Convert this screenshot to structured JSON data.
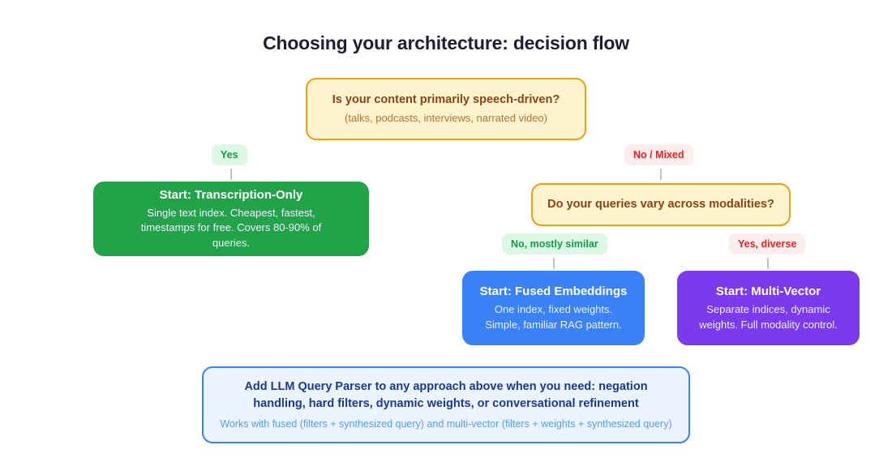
{
  "diagram": {
    "title": "Choosing your architecture: decision flow",
    "colors": {
      "decision_fill": "#fcf2ce",
      "decision_border": "#f0a00c",
      "decision_text": "#8a4415",
      "green": "#22a34a",
      "blue": "#3b82f6",
      "purple": "#7c3aed",
      "yes_pill_bg": "#ddf8e4",
      "yes_pill_text": "#149b46",
      "no_pill_bg": "#fdeeee",
      "no_pill_text": "#ef2020",
      "connector": "#b9c4d4",
      "footnote_fill": "#eaf3fe",
      "footnote_border": "#3b82f6",
      "footnote_text": "#1b3a8f",
      "footnote_subtext": "#5b9bf5"
    },
    "nodes": {
      "decision_1": {
        "headline": "Is your content primarily speech-driven?",
        "subline": "(talks, podcasts, interviews, narrated video)"
      },
      "decision_2": {
        "headline": "Do your queries vary across modalities?",
        "subline": ""
      },
      "result_transcription": {
        "headline": "Start: Transcription-Only",
        "subline": "Single text index. Cheapest, fastest, timestamps for free. Covers 80-90% of queries."
      },
      "result_fused": {
        "headline": "Start: Fused Embeddings",
        "subline": "One index, fixed weights. Simple, familiar RAG pattern."
      },
      "result_multivector": {
        "headline": "Start: Multi-Vector",
        "subline": "Separate indices, dynamic weights. Full modality control."
      }
    },
    "branch_labels": {
      "yes": "Yes",
      "no_mixed": "No / Mixed",
      "no_mostly_similar": "No, mostly similar",
      "yes_diverse": "Yes, diverse"
    },
    "footnote": {
      "headline": "Add LLM Query Parser to any approach above when you need: negation handling, hard filters, dynamic weights, or conversational refinement",
      "subline": "Works with fused (filters + synthesized query) and multi-vector (filters + weights + synthesized query)"
    }
  }
}
